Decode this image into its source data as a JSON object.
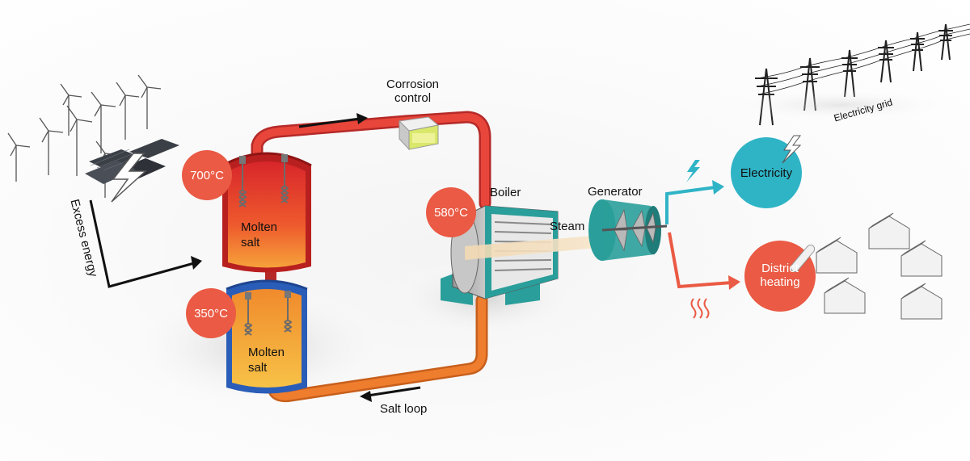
{
  "labels": {
    "corrosion_control": "Corrosion\ncontrol",
    "boiler": "Boiler",
    "generator": "Generator",
    "steam": "Steam",
    "salt_loop": "Salt loop",
    "excess_energy": "Excess energy",
    "electricity_grid": "Electricity grid"
  },
  "tanks": {
    "hot": {
      "temp": "700°C",
      "text": "Molten\nsalt"
    },
    "cold": {
      "temp": "350°C",
      "text": "Molten\nsalt"
    }
  },
  "boiler_temp": "580°C",
  "outputs": {
    "electricity": "Electricity",
    "district_heating": "District\nheating"
  },
  "colors": {
    "hot_pipe": "#e8463a",
    "cold_pipe": "#ef7d2e",
    "electricity": "#2fb4c6",
    "heating": "#ea5a44",
    "boiler_frame": "#2a9e9a"
  },
  "icons": [
    "wind-turbine-icon",
    "solar-panel-icon",
    "lightning-icon",
    "thermometer-icon",
    "house-icon",
    "power-pylon-icon",
    "heat-waves-icon"
  ]
}
